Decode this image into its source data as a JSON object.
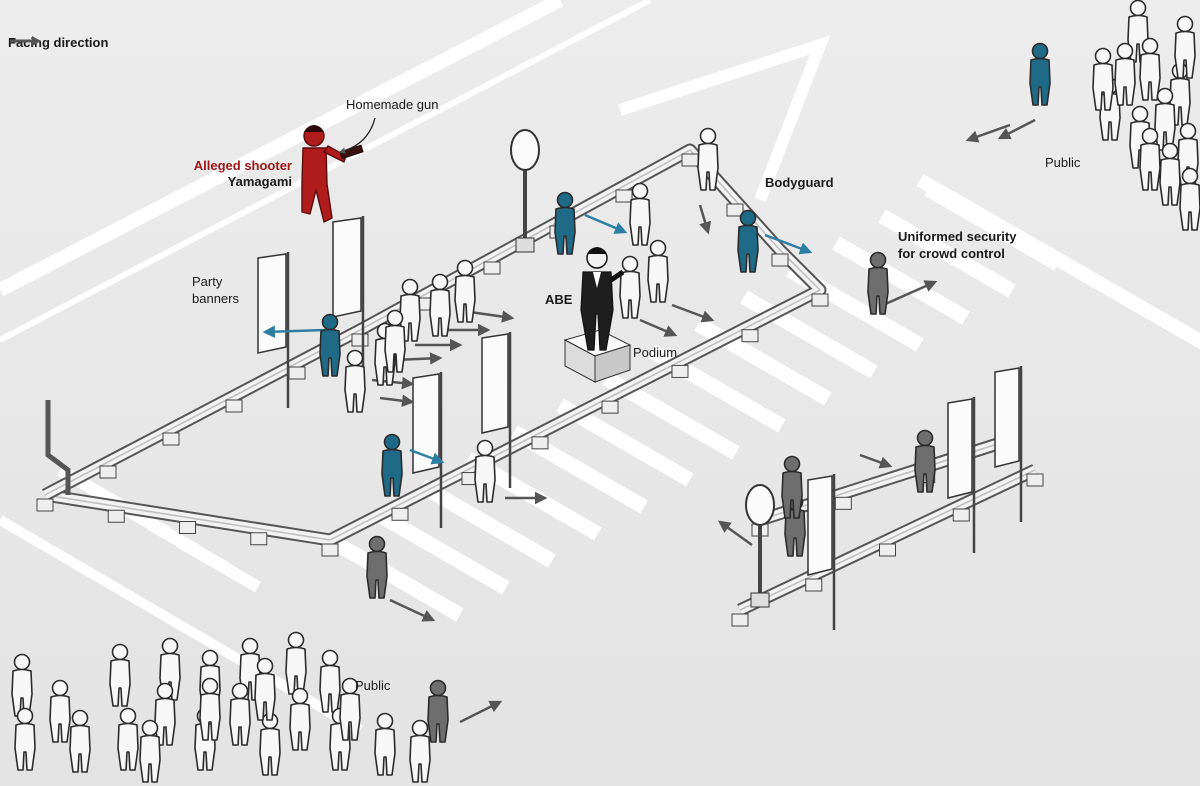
{
  "legend": {
    "label": "Facing direction",
    "icon": "arrow-right-icon"
  },
  "labels": {
    "homemade_gun": "Homemade gun",
    "shooter_title": "Alleged shooter",
    "shooter_name": "Yamagami",
    "party_banners_line1": "Party",
    "party_banners_line2": "banners",
    "abe": "ABE",
    "podium": "Podium",
    "bodyguard": "Bodyguard",
    "security_line1": "Uniformed security",
    "security_line2": "for crowd control",
    "public_top": "Public",
    "public_bottom": "Public"
  },
  "colors": {
    "background": "#e6e6e6",
    "crosswalk": "#ffffff",
    "shooter": "#b01c1c",
    "bodyguard": "#1f6a86",
    "security": "#6e6e6e",
    "civilian": "#f7f7f7",
    "outline": "#2b2b2b",
    "abe_suit": "#1e1e1e"
  }
}
